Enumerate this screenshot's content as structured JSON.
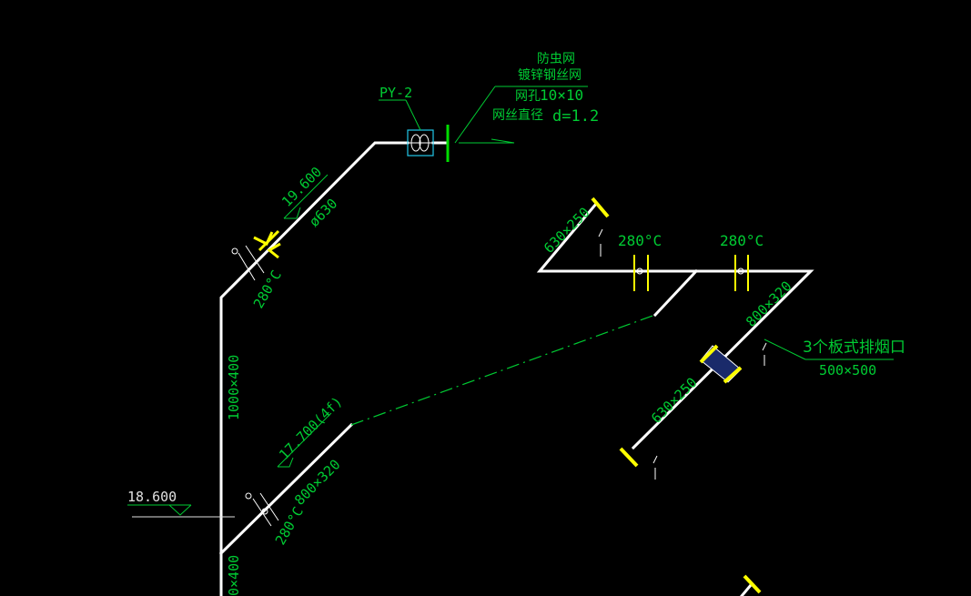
{
  "colors": {
    "background": "#000000",
    "duct": "#ffffff",
    "annotation": "#00cc33",
    "damper": "#ffff00",
    "fan": "#22c8e8",
    "cap": "#00dd00",
    "leader_white": "#e0e0e0",
    "dashed_duct": "#00cc33"
  },
  "labels": {
    "fan_tag": "PY-2",
    "screen_title": "防虫网",
    "screen_material": "镀锌钢丝网",
    "mesh_prefix": "网孔",
    "mesh_size": "10×10",
    "wire_dia_label": "网丝直径",
    "wire_dia_value": "d=1.2",
    "elev_top": "19.600",
    "dia_630": "ø630",
    "temp_1": "280°C",
    "temp_2": "280°C",
    "temp_3": "280°C",
    "temp_4": "280°C",
    "size_1000x400_a": "1000×400",
    "size_1000x400_b": "0×400",
    "size_630x250_a": "630×250",
    "size_630x250_b": "630×250",
    "size_800x320_a": "800×320",
    "size_800x320_b": "800×320",
    "elev_4f": "17.700(4f)",
    "elev_left": "18.600",
    "outlet_title": "3个板式排烟口",
    "outlet_size": "500×500"
  }
}
